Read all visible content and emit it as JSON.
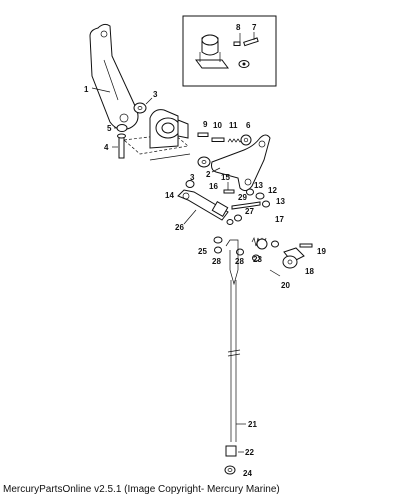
{
  "callouts": {
    "c1": "1",
    "c2": "2",
    "c3a": "3",
    "c3b": "3",
    "c4": "4",
    "c5": "5",
    "c6": "6",
    "c7": "7",
    "c8": "8",
    "c9": "9",
    "c10": "10",
    "c11": "11",
    "c12": "12",
    "c13a": "13",
    "c13b": "13",
    "c14": "14",
    "c15": "15",
    "c16": "16",
    "c17": "17",
    "c18": "18",
    "c19": "19",
    "c20": "20",
    "c21": "21",
    "c22": "22",
    "c23": "23",
    "c24": "24",
    "c25": "25",
    "c26": "26",
    "c27": "27",
    "c28a": "28",
    "c28b": "28",
    "c29": "29"
  },
  "footer": {
    "copyright": "MercuryPartsOnline v2.5.1 (Image Copyright- Mercury Marine)"
  }
}
